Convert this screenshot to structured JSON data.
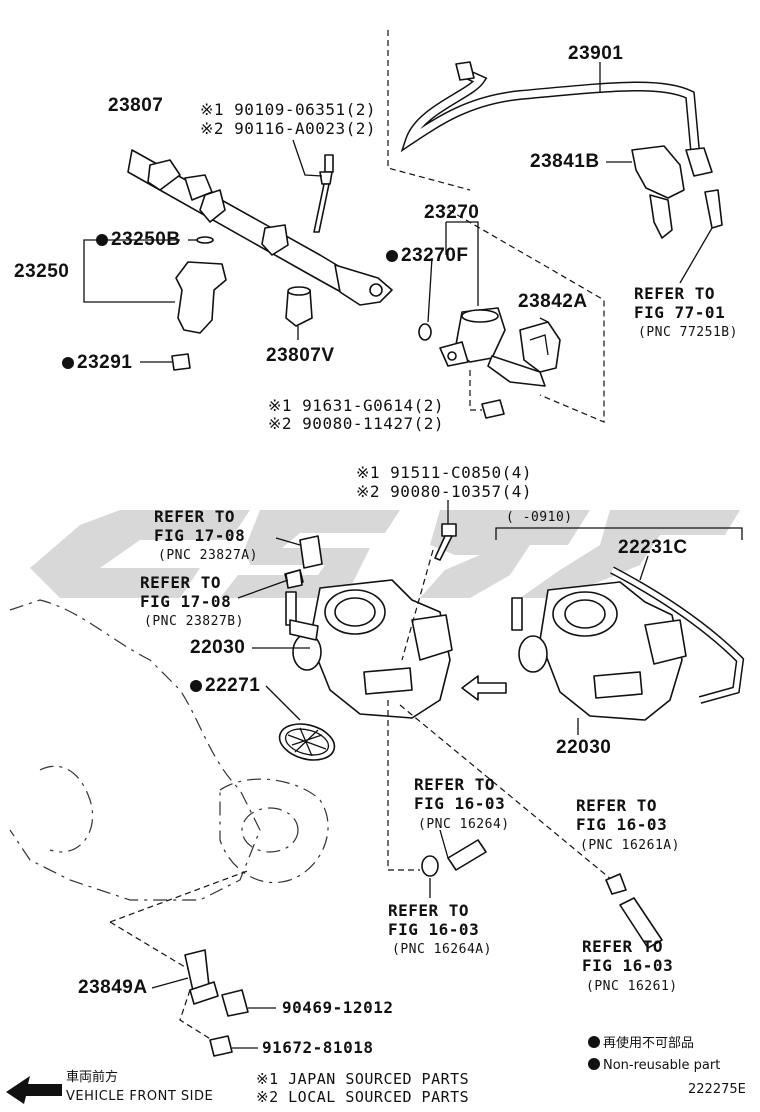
{
  "parts": {
    "p23807": "23807",
    "bolt_ref": {
      "j": "※1 90109-06351(2)",
      "l": "※2 90116-A0023(2)"
    },
    "p23901": "23901",
    "p23841b": "23841B",
    "p23270": "23270",
    "p23270f": "23270F",
    "p23250b": "23250B",
    "p23250": "23250",
    "p23842a": "23842A",
    "p23291": "23291",
    "p23807v": "23807V",
    "mid_bolt": {
      "j": "※1 91631-G0614(2)",
      "l": "※2 90080-11427(2)"
    },
    "tb_bolt": {
      "j": "※1 91511-C0850(4)",
      "l": "※2 90080-10357(4)"
    },
    "range": "( -0910)",
    "p22231c": "22231C",
    "p22030_left": "22030",
    "p22030_right": "22030",
    "p22271": "22271",
    "p23849a": "23849A",
    "p90469": "90469-12012",
    "p91672": "91672-81018"
  },
  "refs": {
    "fig77": {
      "line1": "REFER TO",
      "line2": "FIG 77-01",
      "pnc": "(PNC 77251B)"
    },
    "fig1708a": {
      "line1": "REFER TO",
      "line2": "FIG 17-08",
      "pnc": "(PNC 23827A)"
    },
    "fig1708b": {
      "line1": "REFER TO",
      "line2": "FIG 17-08",
      "pnc": "(PNC 23827B)"
    },
    "fig1603a": {
      "line1": "REFER TO",
      "line2": "FIG 16-03",
      "pnc": "(PNC 16264)"
    },
    "fig1603b": {
      "line1": "REFER TO",
      "line2": "FIG 16-03",
      "pnc": "(PNC 16261A)"
    },
    "fig1603c": {
      "line1": "REFER TO",
      "line2": "FIG 16-03",
      "pnc": "(PNC 16264A)"
    },
    "fig1603d": {
      "line1": "REFER TO",
      "line2": "FIG 16-03",
      "pnc": "(PNC 16261)"
    }
  },
  "legend": {
    "not_reusable_jp": "再使用不可部品",
    "not_reusable_en": "Non-reusable part",
    "japan_sourced": "※1 JAPAN SOURCED PARTS",
    "local_sourced": "※2 LOCAL SOURCED PARTS",
    "front_jp": "車両前方",
    "front_en": "VEHICLE FRONT SIDE",
    "fig_id": "222275E"
  }
}
